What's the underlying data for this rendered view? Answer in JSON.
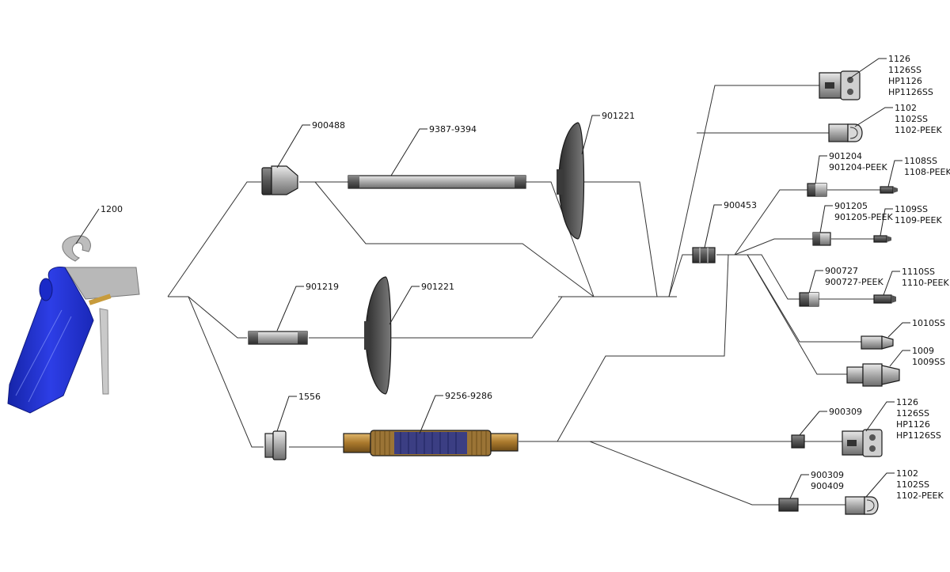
{
  "parts": {
    "p1200": "1200",
    "p900488": "900488",
    "p9387": "9387-9394",
    "p901221a": "901221",
    "p901219": "901219",
    "p901221b": "901221",
    "p1556": "1556",
    "p9256": "9256-9286",
    "p900453": "900453",
    "n1126_top": [
      "1126",
      "1126SS",
      "HP1126",
      "HP1126SS"
    ],
    "n1102_top": [
      "1102",
      "1102SS",
      "1102-PEEK"
    ],
    "a901204": [
      "901204",
      "901204-PEEK"
    ],
    "n1108": [
      "1108SS",
      "1108-PEEK"
    ],
    "a901205": [
      "901205",
      "901205-PEEK"
    ],
    "n1109": [
      "1109SS",
      "1109-PEEK"
    ],
    "a900727": [
      "900727",
      "900727-PEEK"
    ],
    "n1110": [
      "1110SS",
      "1110-PEEK"
    ],
    "n1010": [
      "1010SS"
    ],
    "n1009": [
      "1009",
      "1009SS"
    ],
    "p900309": "900309",
    "n1126_bot": [
      "1126",
      "1126SS",
      "HP1126",
      "HP1126SS"
    ],
    "a900309b": [
      "900309",
      "900409"
    ],
    "n1102_bot": [
      "1102",
      "1102SS",
      "1102-PEEK"
    ]
  },
  "colors": {
    "handle": "#1f2ed0",
    "metal": "#9a9a9a",
    "dark": "#4a4a4a",
    "brass": "#b8893a",
    "hose": "#2a3590"
  }
}
